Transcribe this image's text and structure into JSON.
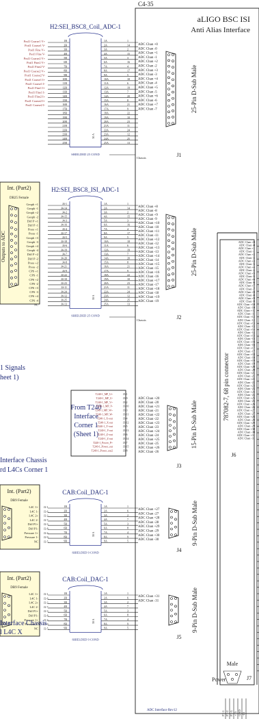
{
  "sheet_id": "C4-35",
  "title": {
    "line1": "aLIGO BSC ISI",
    "line2": "Anti Alias Interface"
  },
  "chassis_label": "Chassis",
  "power_label": "Power",
  "male_label": "Male",
  "footer": "ADC Interface Rev12",
  "sections": [
    {
      "title": "H2:SEI_BSC8_Coil_ADC-1",
      "shield": "SHIELDED 25 COND",
      "left_pins": [
        "1B",
        "2B",
        "3B",
        "4B",
        "5B",
        "6B",
        "7B",
        "8B",
        "9B",
        "10B",
        "11B",
        "12B",
        "13B",
        "14B",
        "15B",
        "16B",
        "17B",
        "18B",
        "19B",
        "20B",
        "21B",
        "22B",
        "23B",
        "24B",
        "25B"
      ],
      "right_pins": [
        "1A",
        "2A",
        "3A",
        "4A",
        "5A",
        "6A",
        "7A",
        "8A",
        "9A",
        "10A",
        "11A",
        "12A",
        "13A",
        "14A",
        "15A",
        "16A",
        "17A",
        "18A",
        "19A",
        "20A",
        "21A",
        "22A",
        "23A",
        "24A",
        "25A"
      ],
      "right_nums": [
        "1",
        "14",
        "2",
        "15",
        "3",
        "16",
        "4",
        "17",
        "5",
        "18",
        "6",
        "19",
        "7",
        "20",
        "8",
        "21",
        "9",
        "22",
        "10",
        "23",
        "11",
        "24",
        "12",
        "25",
        "13"
      ],
      "signals": [
        "Posl1 Coarse1 V+",
        "Posl1 Coarse1 V-",
        "Posl1 Fine V+",
        "Posl1 Fine V-",
        "Posl1 Coarse2 V+",
        "Posl1 Fine2 V+",
        "Posl1 Fine2 V-",
        "Posl1 Coarse2 V+",
        "Posl1 Coarse2 V-",
        "Posl1 Coarse1 I+",
        "Posl1 Coarse1 I-",
        "Posl1 Fine1 I+",
        "Posl1 Fine1 I-",
        "Posl1 Fine2 I+",
        "Posl1 Coarse2 I+",
        "Posl1 Coarse2 I-"
      ],
      "adc": [
        "ADC Chan +0",
        "ADC Chan -0",
        "ADC Chan +1",
        "ADC Chan -1",
        "ADC Chan +2",
        "ADC Chan -2",
        "ADC Chan +3",
        "ADC Chan -3",
        "ADC Chan +4",
        "ADC Chan -4",
        "ADC Chan +5",
        "ADC Chan -5",
        "ADC Chan +6",
        "ADC Chan -6",
        "ADC Chan +7",
        "ADC Chan -7"
      ],
      "connector": "25-Pin D-Sub Male",
      "ref": "J1"
    },
    {
      "title": "H2:SEI_BSC8_ISI_ADC-1",
      "shield": "SHIELDED 25 COND",
      "box_title": "Int. (Part2)",
      "box_sub": "DB25 Female",
      "box_side": "Outputs to ADC",
      "left_pins": [
        "J4-1",
        "J4-14",
        "J4-2",
        "J4-15",
        "J4-3",
        "J4-16",
        "J4-4",
        "J4-17",
        "J4-5",
        "J4-18",
        "J4-6",
        "J4-19",
        "J4-7",
        "J4-20",
        "J4-8",
        "J4-21",
        "J4-9",
        "J4-22",
        "J4-10",
        "J4-23",
        "J4-11",
        "J4-24",
        "J4-12",
        "J4-25",
        "J4-13"
      ],
      "right_pins": [
        "1A",
        "2A",
        "3A",
        "4A",
        "5A",
        "6A",
        "7A",
        "8A",
        "9A",
        "10A",
        "11A",
        "12A",
        "13A",
        "14A",
        "15A",
        "16A",
        "17A",
        "18A",
        "19A",
        "20A",
        "21A",
        "22A",
        "23A",
        "24A",
        "25A"
      ],
      "right_nums": [
        "1",
        "14",
        "2",
        "15",
        "3",
        "16",
        "4",
        "17",
        "5",
        "18",
        "6",
        "19",
        "7",
        "20",
        "8",
        "21",
        "9",
        "22",
        "10",
        "23",
        "11",
        "24",
        "12",
        "25",
        "13"
      ],
      "signals": [
        "Geoph +1",
        "Geoph -1",
        "Geoph +2",
        "Geoph -2",
        "Diff P +1",
        "Diff P -1",
        "Press +1",
        "Press -1",
        "Geoph +3",
        "Geoph -3",
        "Geoph +4",
        "Geoph -4",
        "Diff P +2",
        "Diff P -2",
        "Press +2",
        "Press -2",
        "CPS +1",
        "CPS -1",
        "CPS +2",
        "CPS -2",
        "CPS +3",
        "CPS -3",
        "CPS +4",
        "CPS -4",
        "NC"
      ],
      "adc": [
        "ADC Chan +8",
        "ADC Chan -8",
        "ADC Chan +9",
        "ADC Chan -9",
        "ADC Chan +10",
        "ADC Chan -10",
        "ADC Chan +11",
        "ADC Chan -11",
        "ADC Chan +12",
        "ADC Chan -12",
        "ADC Chan +13",
        "ADC Chan -13",
        "ADC Chan +14",
        "ADC Chan -14",
        "ADC Chan +15",
        "ADC Chan -15",
        "ADC Chan +16",
        "ADC Chan -16",
        "ADC Chan +17",
        "ADC Chan -17",
        "ADC Chan +18",
        "ADC Chan -18",
        "ADC Chan +19",
        "ADC Chan -19"
      ],
      "connector": "25-Pin D-Sub Male",
      "ref": "J2"
    }
  ],
  "note1": {
    "line1": "1 Signals",
    "line2": "heet 1)"
  },
  "t240": {
    "caption": [
      "From T240",
      "Interface",
      "Corner 1",
      "(Sheet 1)"
    ],
    "signals": [
      "T240-1_MP_U+",
      "T240-1_MP_U-",
      "T240-1_MP_V+",
      "T240-1_MP_V-",
      "T240-1_MP_W+",
      "T240-1_MP_W-",
      "T240-1_X+out",
      "T240-1_X-out",
      "T240-1_Y+out",
      "T240-1_Y-out",
      "T240-1_Z+out",
      "T240-1_Z-out",
      "T240-1_Power_P+",
      "T240-1_Power_out",
      "T240-1_Power_out2"
    ],
    "pins": [
      "J3-1",
      "J3-9",
      "J3-2",
      "J3-10",
      "J3-3",
      "J3-11",
      "J3-4",
      "J3-12",
      "J3-5",
      "J3-13",
      "J3-6",
      "J3-14",
      "J3-7",
      "J3-15",
      "J3-8"
    ],
    "adc": [
      "ADC Chan +20",
      "ADC Chan -20",
      "ADC Chan +21",
      "ADC Chan -21",
      "ADC Chan +22",
      "ADC Chan -22",
      "ADC Chan +23",
      "ADC Chan -23",
      "ADC Chan +24",
      "ADC Chan -24",
      "ADC Chan +25",
      "ADC Chan -25",
      "ADC Chan +26",
      "ADC Chan -26"
    ],
    "connector": "15-Pin D-Sub Male",
    "ref": "J3"
  },
  "note2": {
    "line1": "Interface Chassis",
    "line2": "rd L4Cs Corner 1"
  },
  "nine_pin": [
    {
      "title": "CAB:Coil_DAC-1",
      "box_title": "Int. (Part2)",
      "box_sub": "DB9 Female",
      "shield": "SHIELDED 9 COND",
      "signals": [
        "L4C 1+",
        "L4C 1-",
        "L4C 2+",
        "L4C 2-",
        "Diff P1+",
        "Diff P1-",
        "Pressure 1+",
        "Pressure 1-",
        "NC"
      ],
      "pins": [
        "J2-1",
        "J2-6",
        "J2-2",
        "J2-7",
        "J2-3",
        "J2-8",
        "J2-4",
        "J2-9",
        "J2-5"
      ],
      "left_pins": [
        "1B",
        "2B",
        "3B",
        "4B",
        "5B",
        "6B",
        "7B",
        "8B",
        "9B"
      ],
      "right_pins": [
        "1A",
        "2A",
        "3A",
        "4A",
        "5A",
        "6A",
        "7A",
        "8A",
        "9A"
      ],
      "right_nums": [
        "1",
        "6",
        "2",
        "7",
        "3",
        "8",
        "4",
        "9",
        "5"
      ],
      "adc": [
        "ADC Chan +27",
        "ADC Chan -27",
        "ADC Chan +28",
        "ADC Chan -28",
        "ADC Chan +29",
        "ADC Chan -29",
        "ADC Chan +30",
        "ADC Chan -30"
      ],
      "connector": "9-Pin D-Sub Male",
      "ref": "J4"
    },
    {
      "title": "CAB:Coil_DAC-1",
      "box_title": "Int. (Part2)",
      "box_sub": "DB9 Female",
      "shield": "SHIELDED 9 COND",
      "signals": [
        "L4C 1+",
        "L4C 1-",
        "L4C 2+",
        "L4C 2-",
        "Diff P1+",
        "Diff P1-",
        "Pressure 1+",
        "Pressure 1-",
        "NC"
      ],
      "pins": [
        "J2-1",
        "J2-6",
        "J2-2",
        "J2-7",
        "J2-3",
        "J2-8",
        "J2-4",
        "J2-9",
        "J2-5"
      ],
      "left_pins": [
        "1B",
        "2B",
        "3B",
        "4B",
        "5B",
        "6B",
        "7B",
        "8B",
        "9B"
      ],
      "right_pins": [
        "1A",
        "2A",
        "3A",
        "4A",
        "5A",
        "6A",
        "7A",
        "8A",
        "9A"
      ],
      "right_nums": [
        "1",
        "6",
        "2",
        "7",
        "3",
        "8",
        "4",
        "9",
        "5"
      ],
      "adc": [
        "ADC Chan +31",
        "ADC Chan -31"
      ],
      "connector": "9-Pin D-Sub Male",
      "ref": "J5"
    }
  ],
  "note3": {
    "line1": "Interface Chassis",
    "line2": "l L4C X"
  },
  "j6": {
    "connector": "787082-7, 68 pin connector",
    "ref": "J6",
    "ref7": "J7",
    "labels": [
      "ADC Chan +0",
      "ADC Chan -0",
      "ADC Chan +1",
      "ADC Chan -1",
      "ADC Chan +2",
      "ADC Chan -2",
      "ADC Chan +3",
      "ADC Chan -3",
      "ADC Chan +4",
      "ADC Chan -4",
      "ADC Chan +5",
      "ADC Chan -5",
      "ADC Chan +6",
      "ADC Chan -6",
      "ADC Chan +7",
      "ADC Chan -7",
      "ADC Chan +8",
      "ADC Chan -8",
      "ADC Chan +9",
      "ADC Chan -9",
      "ADC Chan +10",
      "ADC Chan -10",
      "ADC Chan +11",
      "ADC Chan -11",
      "ADC Chan +12",
      "ADC Chan -12",
      "ADC Chan +13",
      "ADC Chan -13",
      "ADC Chan +14",
      "ADC Chan -14",
      "ADC Chan +15",
      "ADC Chan -15",
      "ADC Chan +16",
      "ADC Chan -16",
      "ADC Chan +17",
      "ADC Chan -17",
      "ADC Chan +18",
      "ADC Chan -18",
      "ADC Chan +19",
      "ADC Chan -19",
      "ADC Chan +20",
      "ADC Chan -20",
      "ADC Chan +21",
      "ADC Chan -21",
      "ADC Chan +22",
      "ADC Chan -22",
      "ADC Chan +23",
      "ADC Chan -23",
      "ADC Chan +24",
      "ADC Chan -24",
      "ADC Chan +25",
      "ADC Chan -25",
      "ADC Chan +26",
      "ADC Chan -26",
      "ADC Chan +27",
      "ADC Chan -27",
      "ADC Chan +28",
      "ADC Chan -28",
      "ADC Chan +29",
      "ADC Chan -29",
      "ADC Chan +30",
      "ADC Chan -30",
      "ADC Chan +31",
      "ADC Chan -31"
    ]
  },
  "power_pins": [
    "P1-1",
    "P1-2",
    "P1-3",
    "+15",
    "GND",
    "-15"
  ],
  "colors": {
    "wire_blue": "#2a3590",
    "label_navy": "#1f2a78",
    "label_red": "#8a1a1a",
    "box_fill": "#fffbd6"
  }
}
